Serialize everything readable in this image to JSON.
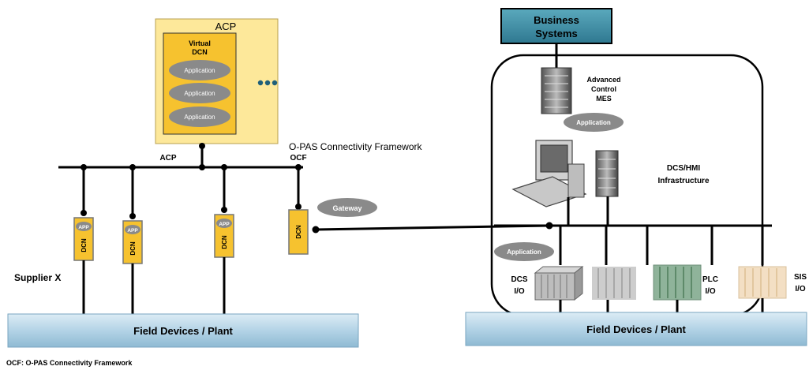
{
  "acp_box": {
    "title": "ACP",
    "virtual_dcn_line1": "Virtual",
    "virtual_dcn_line2": "DCN"
  },
  "application_label": "Application",
  "dcn_label": "DCN",
  "app_label": "APP",
  "acp_bus_label": "ACP",
  "ocf_label": "OCF",
  "ocf_title": "O-PAS Connectivity Framework",
  "gateway_label": "Gateway",
  "supplier_label": "Supplier X",
  "field_devices_label": "Field Devices / Plant",
  "footnote": "OCF: O-PAS Connectivity Framework",
  "business_systems": {
    "line1": "Business",
    "line2": "Systems"
  },
  "advanced_control": {
    "line1": "Advanced",
    "line2": "Control",
    "line3": "MES"
  },
  "dcs_hmi": {
    "line1": "DCS/HMI",
    "line2": "Infrastructure"
  },
  "io": {
    "dcs": {
      "line1": "DCS",
      "line2": "I/O"
    },
    "plc": {
      "line1": "PLC",
      "line2": "I/O"
    },
    "sis": {
      "line1": "SIS",
      "line2": "I/O"
    }
  },
  "colors": {
    "acp_fill": "#fde89a",
    "dcn_fill": "#f6c22f",
    "ellipse_fill": "#8a8a8a",
    "field_fill": "#b3d3e6",
    "business_fill": "#3f8fa5",
    "dots": "#1f5f7a"
  }
}
